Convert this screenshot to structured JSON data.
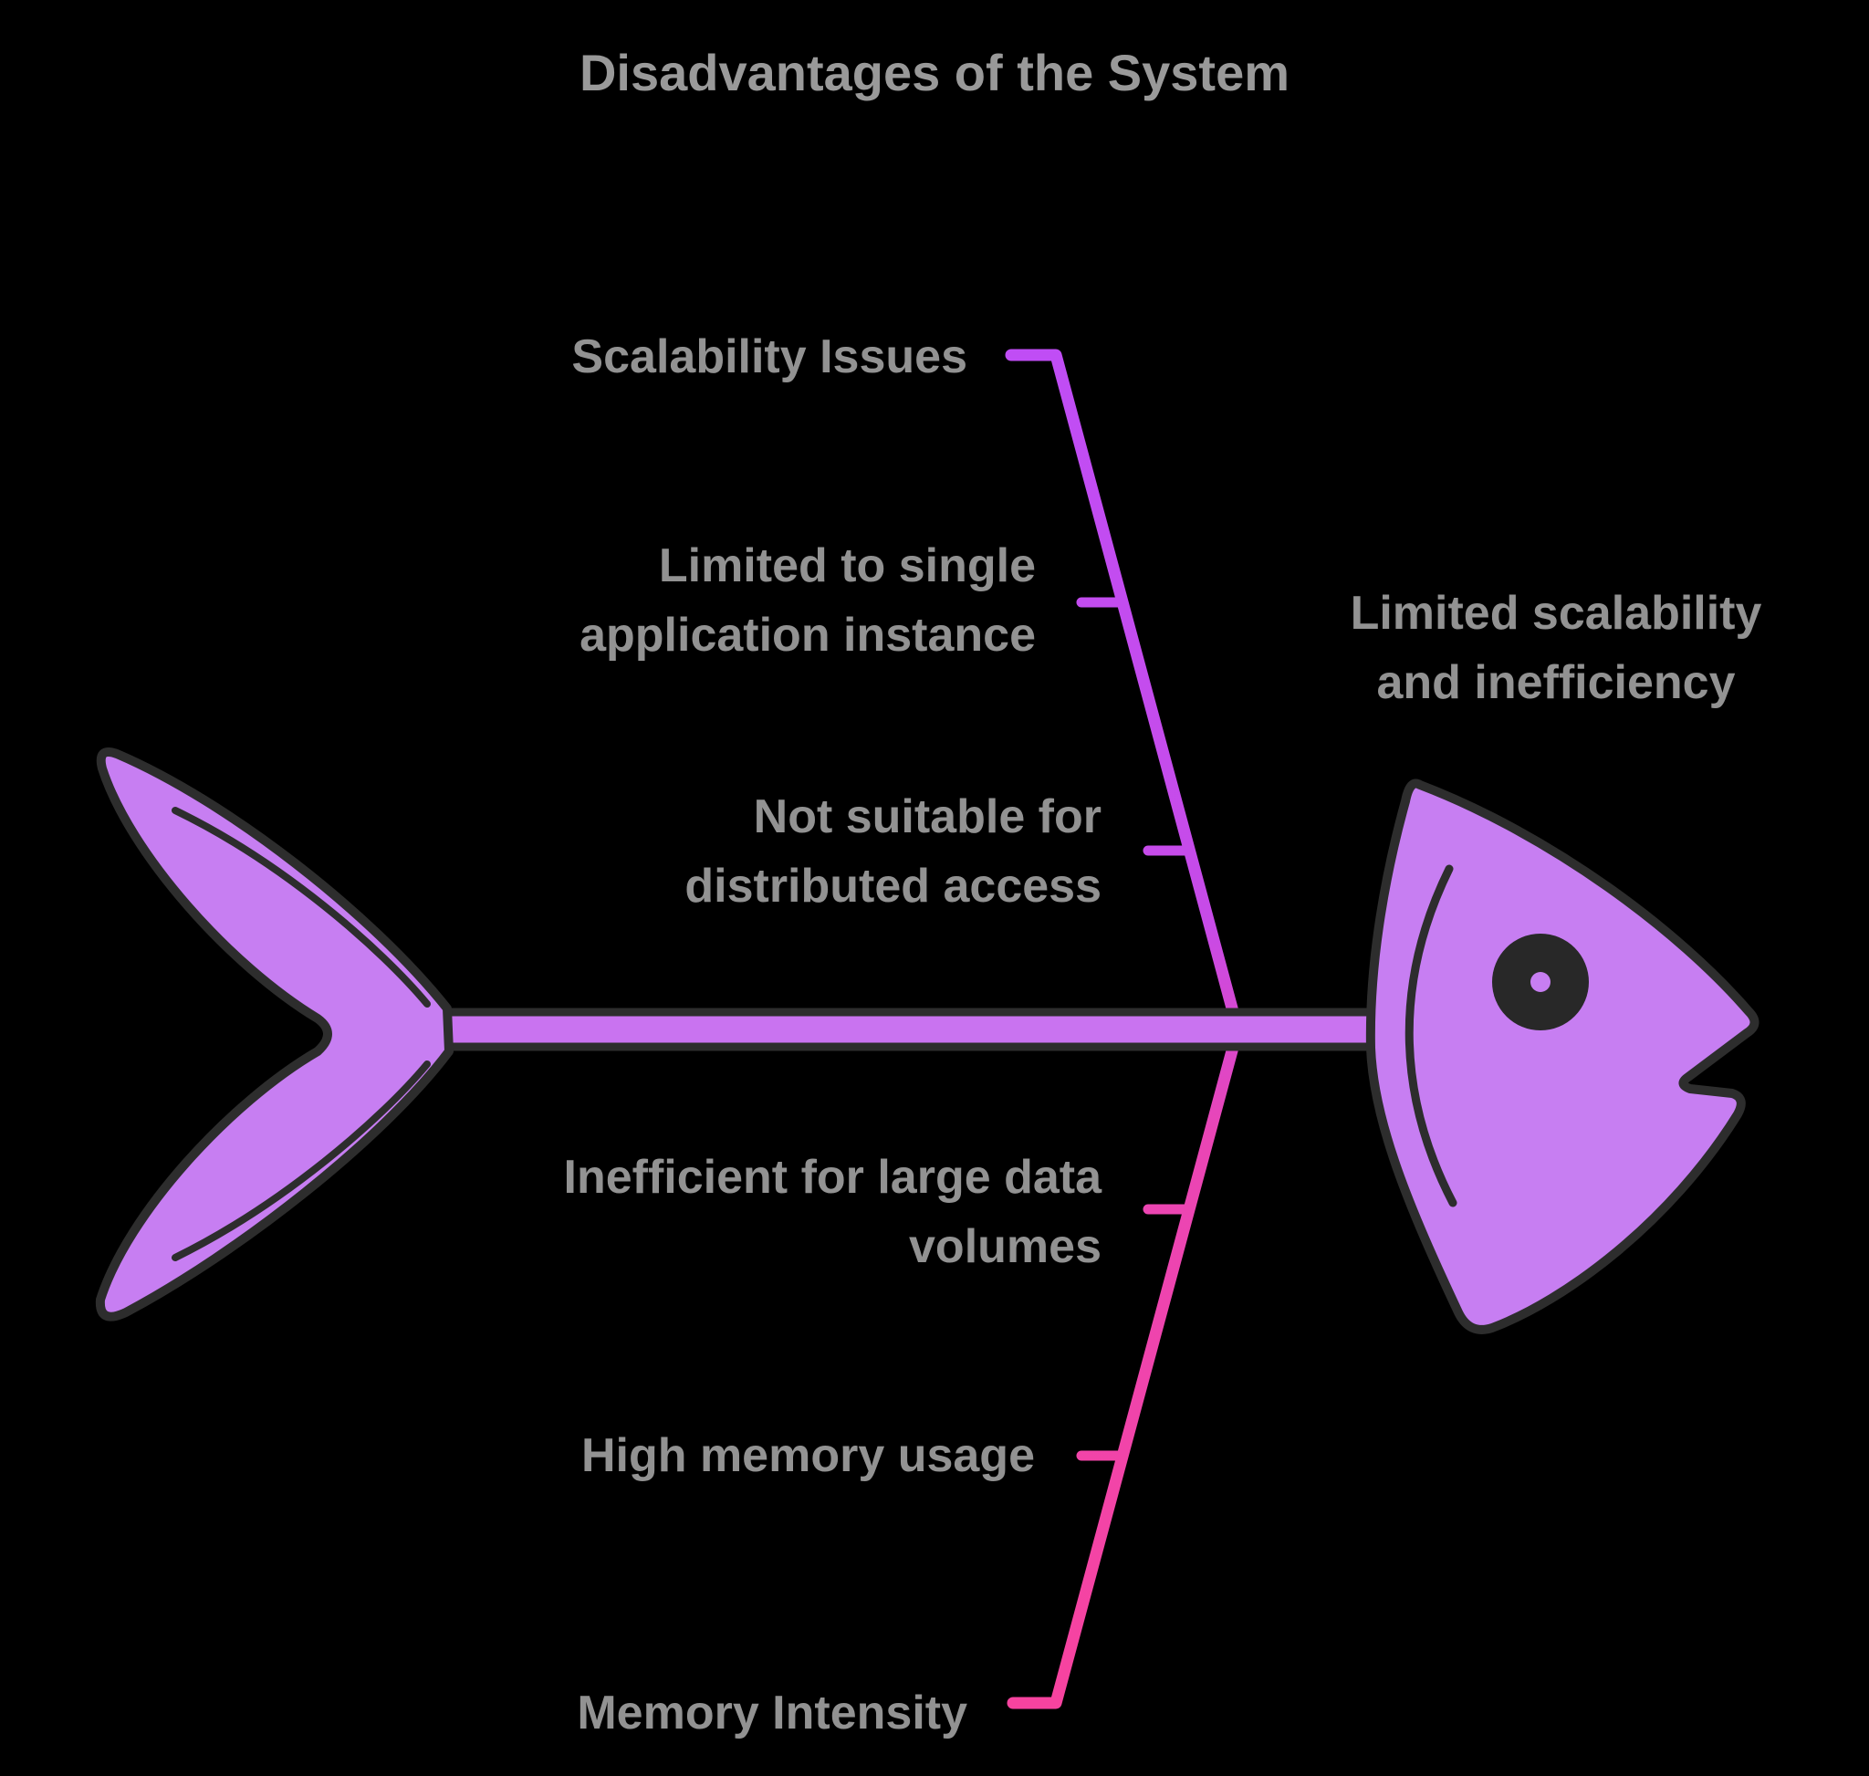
{
  "title": "Disadvantages of the System",
  "labels": {
    "scalability": "Scalability Issues",
    "limited_single": [
      "Limited to single",
      "application instance"
    ],
    "not_suitable": [
      "Not suitable for",
      "distributed access"
    ],
    "inefficient": [
      "Inefficient for large data",
      "volumes"
    ],
    "high_memory": "High memory usage",
    "memory_intensity": "Memory Intensity",
    "effect": [
      "Limited scalability",
      "and inefficiency"
    ]
  },
  "colors": {
    "background": "#000000",
    "fish_fill": "#c77ef2",
    "outline": "#2d2d2d",
    "branch_top_purple": "#c04df5",
    "branch_bottom_pink": "#f7439f",
    "label_gray": "#929292",
    "title_gray": "#999999"
  }
}
